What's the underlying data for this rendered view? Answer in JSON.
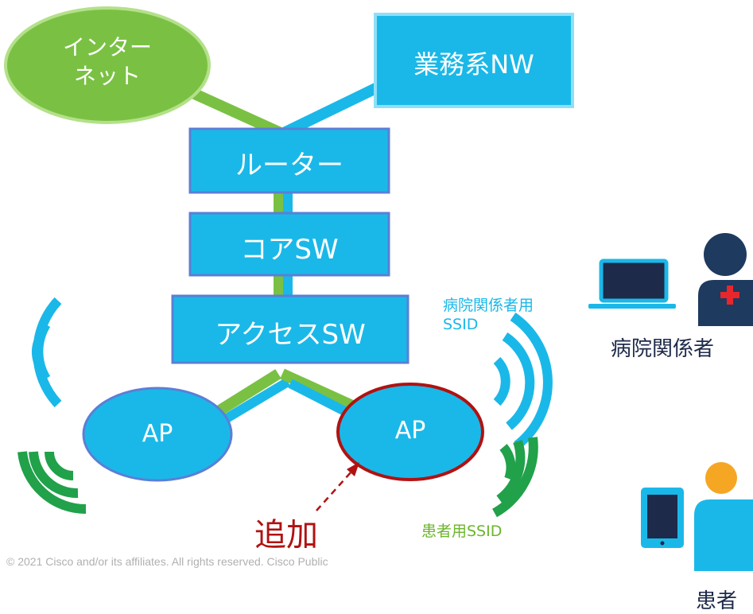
{
  "nodes": {
    "internet_line1": "インター",
    "internet_line2": "ネット",
    "business_nw": "業務系NW",
    "router": "ルーター",
    "core_sw": "コアSW",
    "access_sw": "アクセスSW",
    "ap_left": "AP",
    "ap_right": "AP"
  },
  "labels": {
    "staff_ssid_line1": "病院関係者用",
    "staff_ssid_line2": "SSID",
    "patient_ssid": "患者用SSID",
    "added": "追加",
    "staff": "病院関係者",
    "patient": "患者"
  },
  "footer": {
    "copyright": "© 2021  Cisco and/or its affiliates. All rights reserved.   Cisco Public"
  },
  "icons": [
    "laptop-icon",
    "doctor-icon",
    "tablet-icon",
    "person-icon",
    "wifi-signal-icon"
  ],
  "colors": {
    "cyan": "#1ab8e8",
    "box_border": "#5b7fd6",
    "green": "#21a14a",
    "light_green": "#7ac143",
    "red": "#b01212",
    "navy": "#1e3a5f",
    "orange": "#f5a623"
  }
}
